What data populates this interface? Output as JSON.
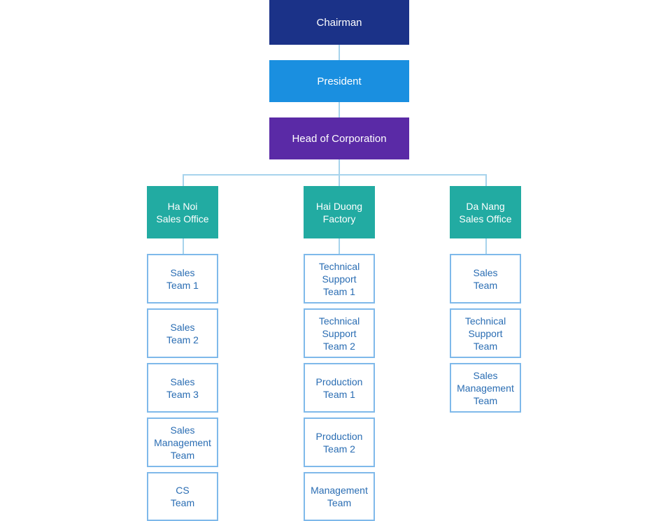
{
  "colors": {
    "chairman": "#1b3288",
    "president": "#1a8fe0",
    "head": "#5a2aa6",
    "office": "#22aba2",
    "team_border": "#7fb9ea",
    "team_text": "#2a6db3",
    "connector": "#a7d3ec"
  },
  "nodes": {
    "chairman": "Chairman",
    "president": "President",
    "head": "Head of Corporation"
  },
  "offices": [
    {
      "title": "Ha Noi\nSales Office",
      "teams": [
        "Sales\nTeam 1",
        "Sales\nTeam 2",
        "Sales\nTeam 3",
        "Sales\nManagement\nTeam",
        "CS\nTeam"
      ]
    },
    {
      "title": "Hai Duong\nFactory",
      "teams": [
        "Technical\nSupport\nTeam 1",
        "Technical\nSupport\nTeam 2",
        "Production\nTeam 1",
        "Production\nTeam 2",
        "Management\nTeam"
      ]
    },
    {
      "title": "Da Nang\nSales Office",
      "teams": [
        "Sales\nTeam",
        "Technical\nSupport\nTeam",
        "Sales\nManagement\nTeam"
      ]
    }
  ]
}
